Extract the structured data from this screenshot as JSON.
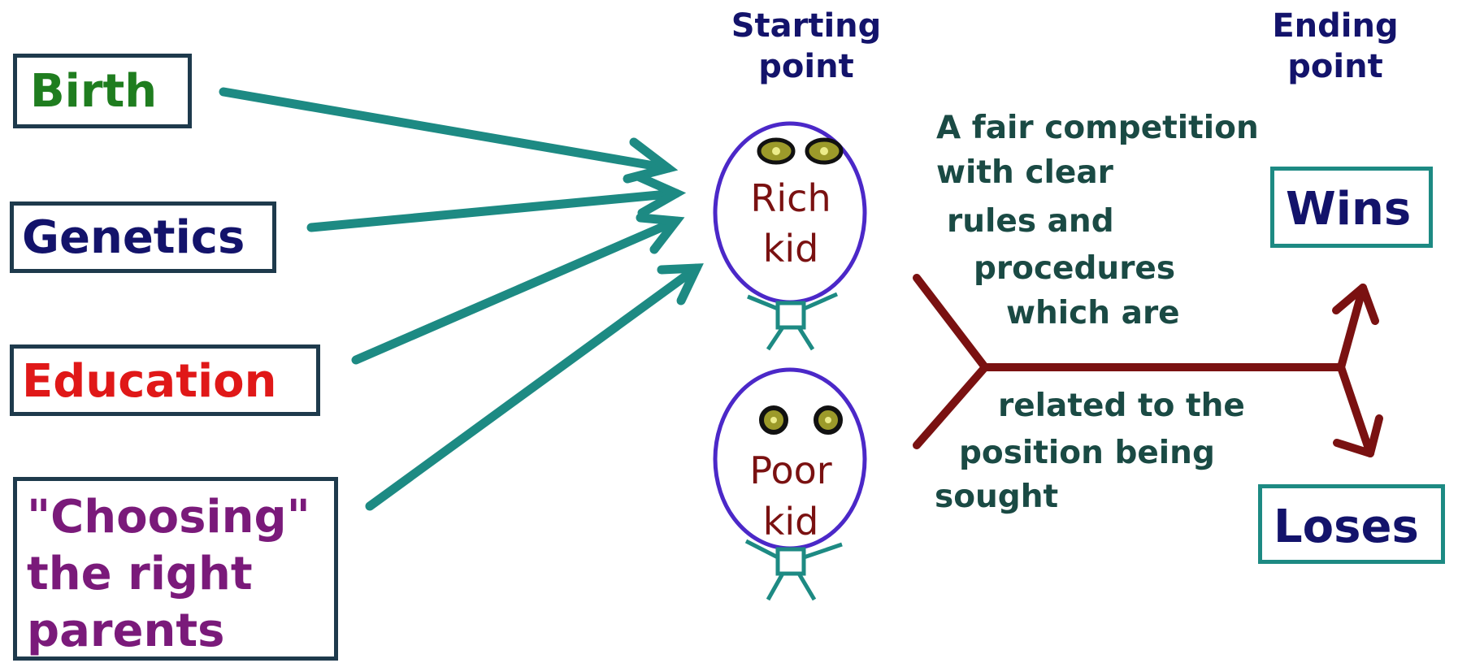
{
  "colors": {
    "background": "#ffffff",
    "box_border": "#1e3a4c",
    "outcome_border": "#1d8a83",
    "arrow": "#1d8a83",
    "path": "#7a1111",
    "head_outline": "#4b28c8",
    "kid_text": "#7a1111",
    "eye_fill": "#9c9a2a",
    "competition_text": "#1a4a44",
    "header_text": "#13136b",
    "birth": "#1f7d1f",
    "genetics": "#13136b",
    "education": "#e01818",
    "choosing": "#7a1a7a",
    "wins_loses": "#13136b"
  },
  "factors": {
    "birth": "Birth",
    "genetics": "Genetics",
    "education": "Education",
    "choosing_lines": [
      "\"Choosing\"",
      "the right",
      "parents"
    ]
  },
  "headers": {
    "starting_lines": [
      "Starting",
      "point"
    ],
    "ending_lines": [
      "Ending",
      "point"
    ]
  },
  "kids": {
    "rich_lines": [
      "Rich",
      "kid"
    ],
    "poor_lines": [
      "Poor",
      "kid"
    ]
  },
  "competition": {
    "upper_lines": [
      "A fair competition",
      "with clear",
      "rules and",
      "procedures",
      "which are"
    ],
    "lower_lines": [
      "related to the",
      "position being",
      "sought"
    ]
  },
  "outcomes": {
    "wins": "Wins",
    "loses": "Loses"
  }
}
